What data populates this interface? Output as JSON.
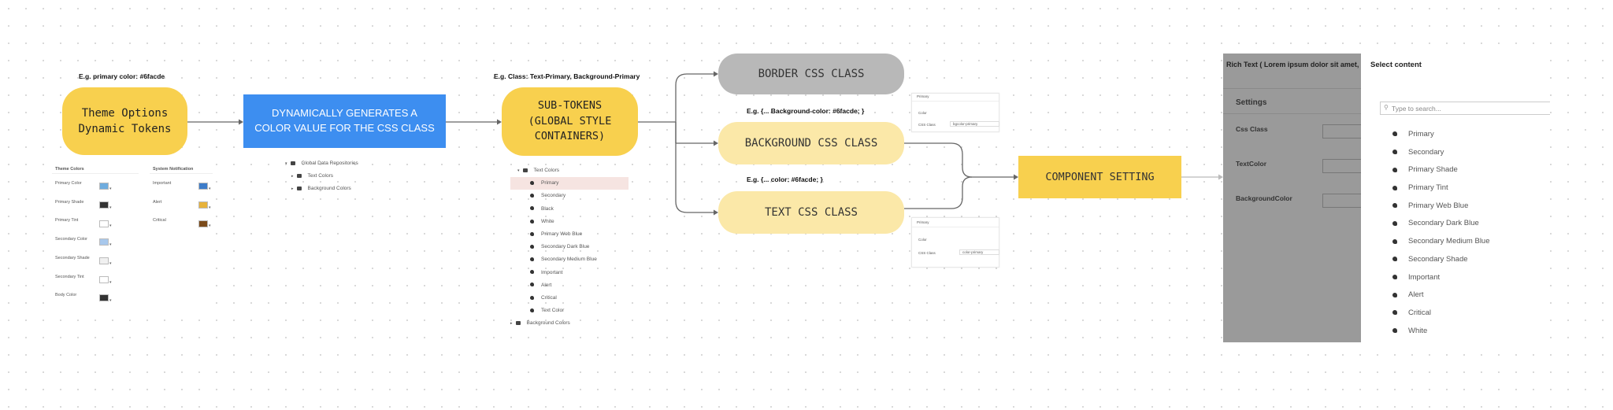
{
  "captions": {
    "theme": "E.g.  primary color: #6facde",
    "subtokens": "E.g.  Class: Text-Primary, Background-Primary",
    "background": "E.g.  {... Background-color: #6facde; }",
    "text": "E.g.  {... color: #6facde; }"
  },
  "nodes": {
    "theme_options": "Theme Options\nDynamic Tokens",
    "generates": "DYNAMICALLY GENERATES A\nCOLOR VALUE FOR THE CSS CLASS",
    "subtokens": "SUB-TOKENS\n(GLOBAL STYLE\nCONTAINERS)",
    "border": "BORDER CSS CLASS",
    "background": "BACKGROUND CSS CLASS",
    "text": "TEXT CSS CLASS",
    "component": "COMPONENT SETTING"
  },
  "colors": {
    "yellow": "#f8d04e",
    "pale_yellow": "#fbe8a8",
    "blue": "#3d8ef0",
    "grey": "#b8b8b8",
    "overlay": "#9a9a9a"
  },
  "theme_panel": {
    "col1_title": "Theme Colors",
    "col2_title": "System Notification",
    "col1": [
      {
        "label": "Primary Color",
        "color": "#6facde"
      },
      {
        "label": "Primary Shade",
        "color": "#333333"
      },
      {
        "label": "Primary Tint",
        "color": "#ffffff"
      },
      {
        "label": "Secondary Color",
        "color": "#a8c8ec"
      },
      {
        "label": "Secondary Shade",
        "color": "#f0f0f0"
      },
      {
        "label": "Secondary Tint",
        "color": "#ffffff"
      },
      {
        "label": "Body Color",
        "color": "#333333"
      }
    ],
    "col2": [
      {
        "label": "Important",
        "color": "#3d7cc9"
      },
      {
        "label": "Alert",
        "color": "#e7b23a"
      },
      {
        "label": "Critical",
        "color": "#7a4a1a"
      }
    ]
  },
  "repo_tree": [
    "Global Data Repositories",
    "Text Colors",
    "Background Colors"
  ],
  "subtoken_tree": {
    "group": "Text Colors",
    "items": [
      "Primary",
      "Secondary",
      "Black",
      "White",
      "Primary Web Blue",
      "Secondary Dark Blue",
      "Secondary Medium Blue",
      "Important",
      "Alert",
      "Critical",
      "Text Color"
    ],
    "footer": "Background Colors"
  },
  "mini_bg": {
    "tab": "Primary",
    "section": "Color",
    "label": "CSS Class",
    "value": "bgcolor-primary"
  },
  "mini_text": {
    "tab": "Primary",
    "section": "Color",
    "label": "CSS Class",
    "value": "color-primary"
  },
  "settings_panel": {
    "header": "Rich Text ( Lorem ipsum dolor sit amet,",
    "title": "Settings",
    "fields": [
      "Css Class",
      "TextColor",
      "BackgroundColor"
    ]
  },
  "select_panel": {
    "title": "Select content",
    "placeholder": "Type to search...",
    "items": [
      "Primary",
      "Secondary",
      "Primary Shade",
      "Primary Tint",
      "Primary Web Blue",
      "Secondary Dark Blue",
      "Secondary Medium Blue",
      "Secondary Shade",
      "Important",
      "Alert",
      "Critical",
      "White"
    ]
  }
}
